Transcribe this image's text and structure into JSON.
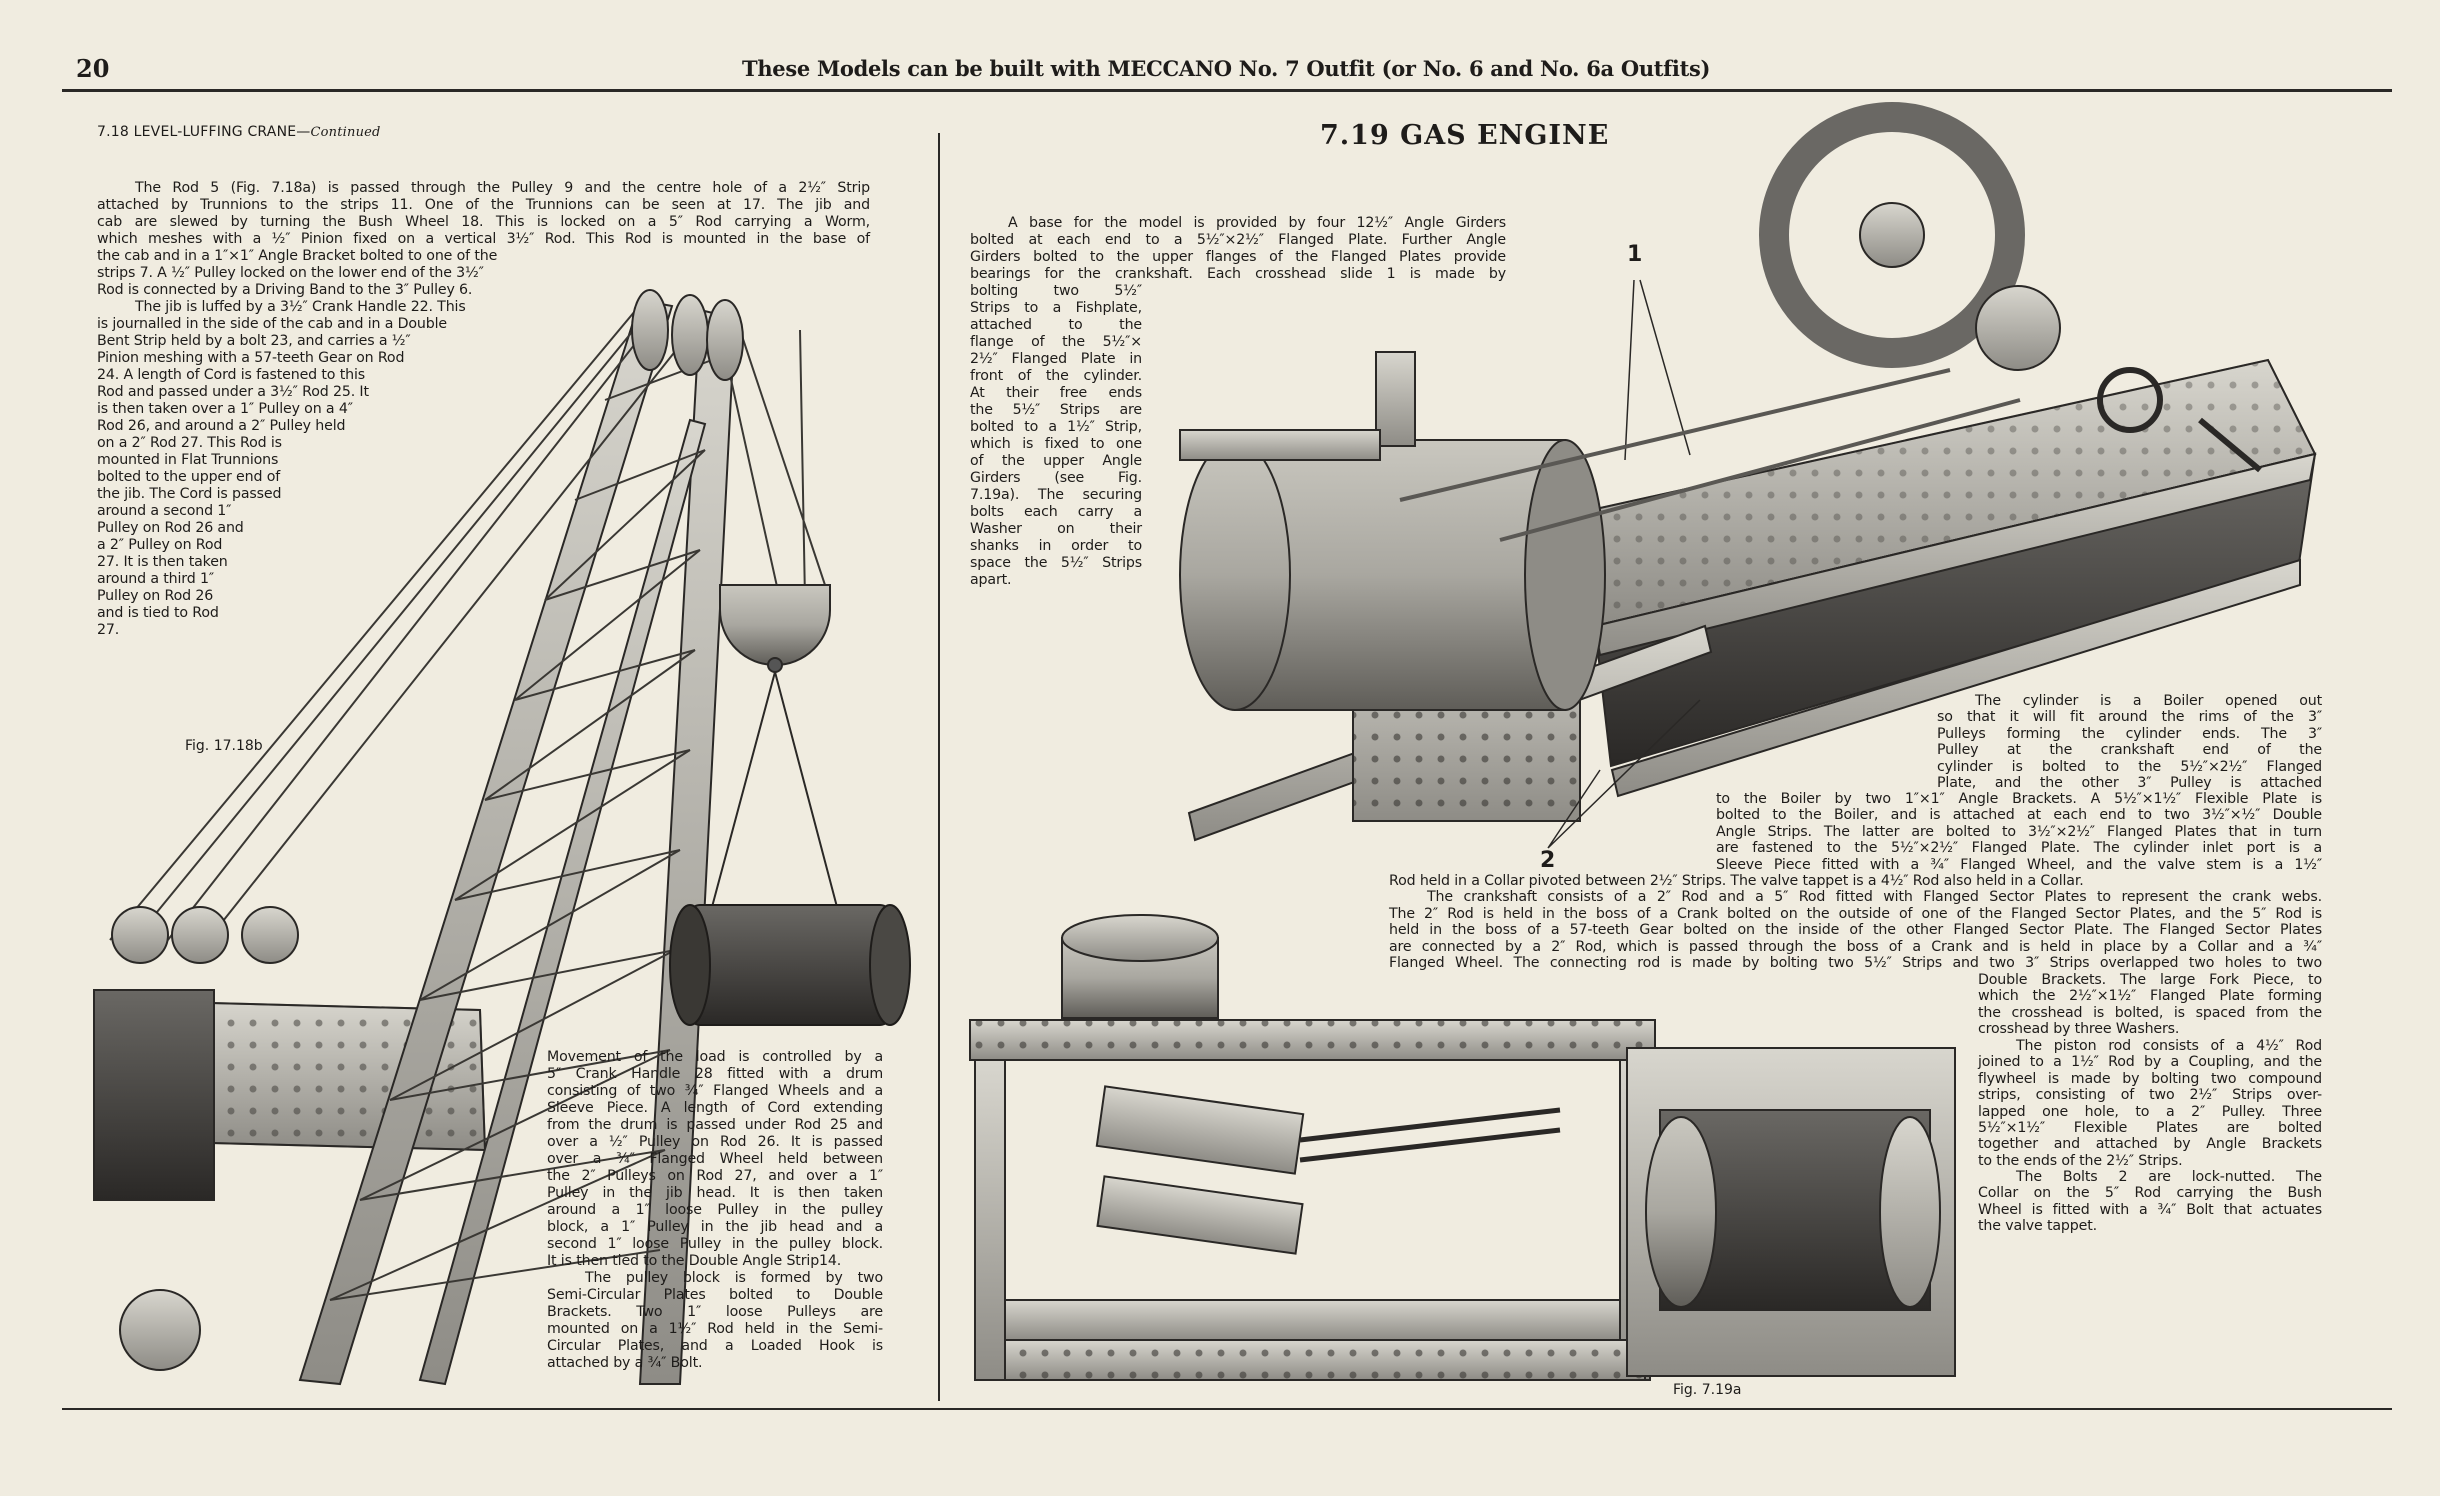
{
  "header": {
    "page_number": "20",
    "running_head": "These Models can be built with MECCANO No. 7 Outfit (or No. 6 and No. 6a Outfits)"
  },
  "left": {
    "section_title": "7.18  LEVEL-LUFFING CRANE—",
    "section_title_suffix": "Continued",
    "para1_wide": [
      "The Rod 5 (Fig. 7.18a) is passed through the Pulley 9 and the centre hole of a 2½″ Strip",
      "attached by Trunnions to the strips 11.   One of the Trunnions can be seen at 17.  The jib and",
      "cab are slewed by turning the Bush Wheel 18.  This is locked on a 5″ Rod carrying a Worm,",
      "which meshes with a ½″ Pinion fixed on a vertical 3½″ Rod.  This Rod is mounted in the base of"
    ],
    "para1_narrow": [
      "the cab and in a 1″×1″ Angle Bracket bolted to one of the",
      "strips 7. A ½″ Pulley locked on the lower end of the 3½″",
      "Rod is connected by a Driving Band to the 3″ Pulley 6."
    ],
    "para2": [
      "The jib is luffed by a 3½″ Crank Handle 22. This",
      "is journalled in the side of the cab and in a Double",
      "Bent Strip held by a bolt 23, and carries a ½″",
      "Pinion meshing with a 57-teeth Gear on Rod",
      "24.  A length of Cord is fastened to this",
      "Rod and passed under a 3½″ Rod 25.  It",
      "is then taken over a 1″ Pulley on a 4″",
      "Rod 26, and around a 2″ Pulley held",
      "on a 2″ Rod 27.  This Rod is",
      "mounted in Flat Trunnions",
      "bolted to the upper end of",
      "the jib. The Cord is passed",
      "around a second 1″",
      "Pulley on Rod 26 and",
      "a 2″ Pulley on Rod",
      "27. It is then taken",
      "around a third 1″",
      "Pulley on Rod 26",
      "and is tied to Rod",
      "27."
    ],
    "fig_label": "Fig. 17.18b",
    "para3": [
      "Movement of the load is controlled by a",
      "5″ Crank Handle 28 fitted with a drum",
      "consisting of two ¾″ Flanged Wheels and a",
      "Sleeve Piece.  A length of Cord extending",
      "from the drum is passed under Rod 25 and",
      "over a ½″ Pulley on Rod 26.  It is passed",
      "over a ¾″ Flanged Wheel held between",
      "the 2″ Pulleys on Rod 27, and over a 1″",
      "Pulley in the jib head.  It is then taken",
      "around a 1″ loose Pulley in the pulley",
      "block, a 1″ Pulley in the jib head and a",
      "second 1″ loose Pulley in the pulley block.",
      "It is then tied to the Double Angle Strip14."
    ],
    "para4": [
      "The pulley block is formed by two",
      "Semi-Circular Plates bolted to Double",
      "Brackets.  Two 1″ loose Pulleys are",
      "mounted on a 1½″ Rod held in the Semi-",
      "Circular Plates, and a Loaded Hook is",
      "attached by a ¾″ Bolt."
    ]
  },
  "right": {
    "section_title": "7.19  GAS ENGINE",
    "intro_wide": [
      "A base for the model is provided by four 12½″ Angle Girders",
      "bolted at each end to a 5½″×2½″ Flanged Plate.  Further Angle",
      "Girders bolted to the upper flanges of the Flanged Plates provide",
      "bearings for the crankshaft.    Each crosshead slide 1 is made by"
    ],
    "intro_narrow": [
      "bolting two 5½″",
      "Strips to a Fishplate,",
      "attached to the",
      "flange of the 5½″×",
      "2½″ Flanged Plate in",
      "front of the cylinder.",
      "At their free ends",
      "the 5½″ Strips are",
      "bolted to a 1½″ Strip,",
      "which is fixed to one",
      "of the upper Angle",
      "Girders (see Fig.",
      "7.19a). The securing",
      "bolts each carry a",
      "Washer on their",
      "shanks in order to",
      "space the 5½″ Strips",
      "apart."
    ],
    "callout_1": "1",
    "callout_2": "2",
    "cylinder_narrow": [
      "The cylinder is a Boiler opened out",
      "so that it will fit around the rims of the 3″",
      "Pulleys forming the cylinder ends.  The 3″",
      "Pulley at the crankshaft end of the",
      "cylinder is bolted to the 5½″×2½″ Flanged",
      "Plate, and the other 3″ Pulley is attached"
    ],
    "cylinder_cont": [
      "to the Boiler by two 1″×1″ Angle Brackets.  A 5½″×1½″ Flexible Plate is",
      "bolted to the Boiler, and is attached at each end to two 3½″×½″ Double",
      "Angle Strips.  The latter are bolted to 3½″×2½″ Flanged Plates that in turn",
      "are fastened to the 5½″×2½″ Flanged Plate.  The cylinder inlet port is a",
      "Sleeve Piece fitted with a ¾″ Flanged Wheel, and the valve stem is a 1½″"
    ],
    "crank_wide": [
      "Rod held in a Collar pivoted between 2½″ Strips.  The valve tappet is a 4½″ Rod also held in a Collar.",
      "The crankshaft consists of a 2″ Rod and a 5″ Rod fitted with Flanged Sector Plates to represent the crank webs.",
      "The 2″ Rod is held in the boss of a Crank bolted on the outside of one of the Flanged Sector Plates, and the 5″ Rod is",
      "held in the boss of a 57-teeth Gear bolted on the inside of the other Flanged Sector Plate.  The Flanged Sector Plates",
      "are connected by a 2″ Rod, which is passed through the boss of a Crank and is held in place by a Collar and a ¾″",
      "Flanged Wheel.  The connecting rod is made by bolting two 5½″ Strips and two 3″ Strips overlapped two holes to two"
    ],
    "final_narrow_a": [
      "Double Brackets.  The large Fork Piece, to",
      "which the 2½″×1½″ Flanged Plate forming",
      "the crosshead is bolted, is spaced from the",
      "crosshead by three Washers."
    ],
    "final_narrow_b": [
      "The piston rod consists of a 4½″ Rod",
      "joined to a 1½″ Rod by a Coupling, and the",
      "flywheel is made by bolting two compound",
      "strips, consisting of two 2½″ Strips over-",
      "lapped one hole, to a 2″ Pulley.  Three",
      "5½″×1½″ Flexible Plates are bolted",
      "together and attached by Angle Brackets",
      "to the ends of the 2½″ Strips."
    ],
    "final_narrow_c": [
      "The Bolts 2 are lock-nutted.  The",
      "Collar on the 5″ Rod carrying the Bush",
      "Wheel is fitted with a ¾″ Bolt that actuates",
      "the valve tappet."
    ],
    "fig_label": "Fig. 7.19a"
  },
  "colors": {
    "paper": "#f0ece0",
    "ink": "#1e1c1a",
    "metal": "#9a9890",
    "metal_dark": "#4a4844"
  }
}
